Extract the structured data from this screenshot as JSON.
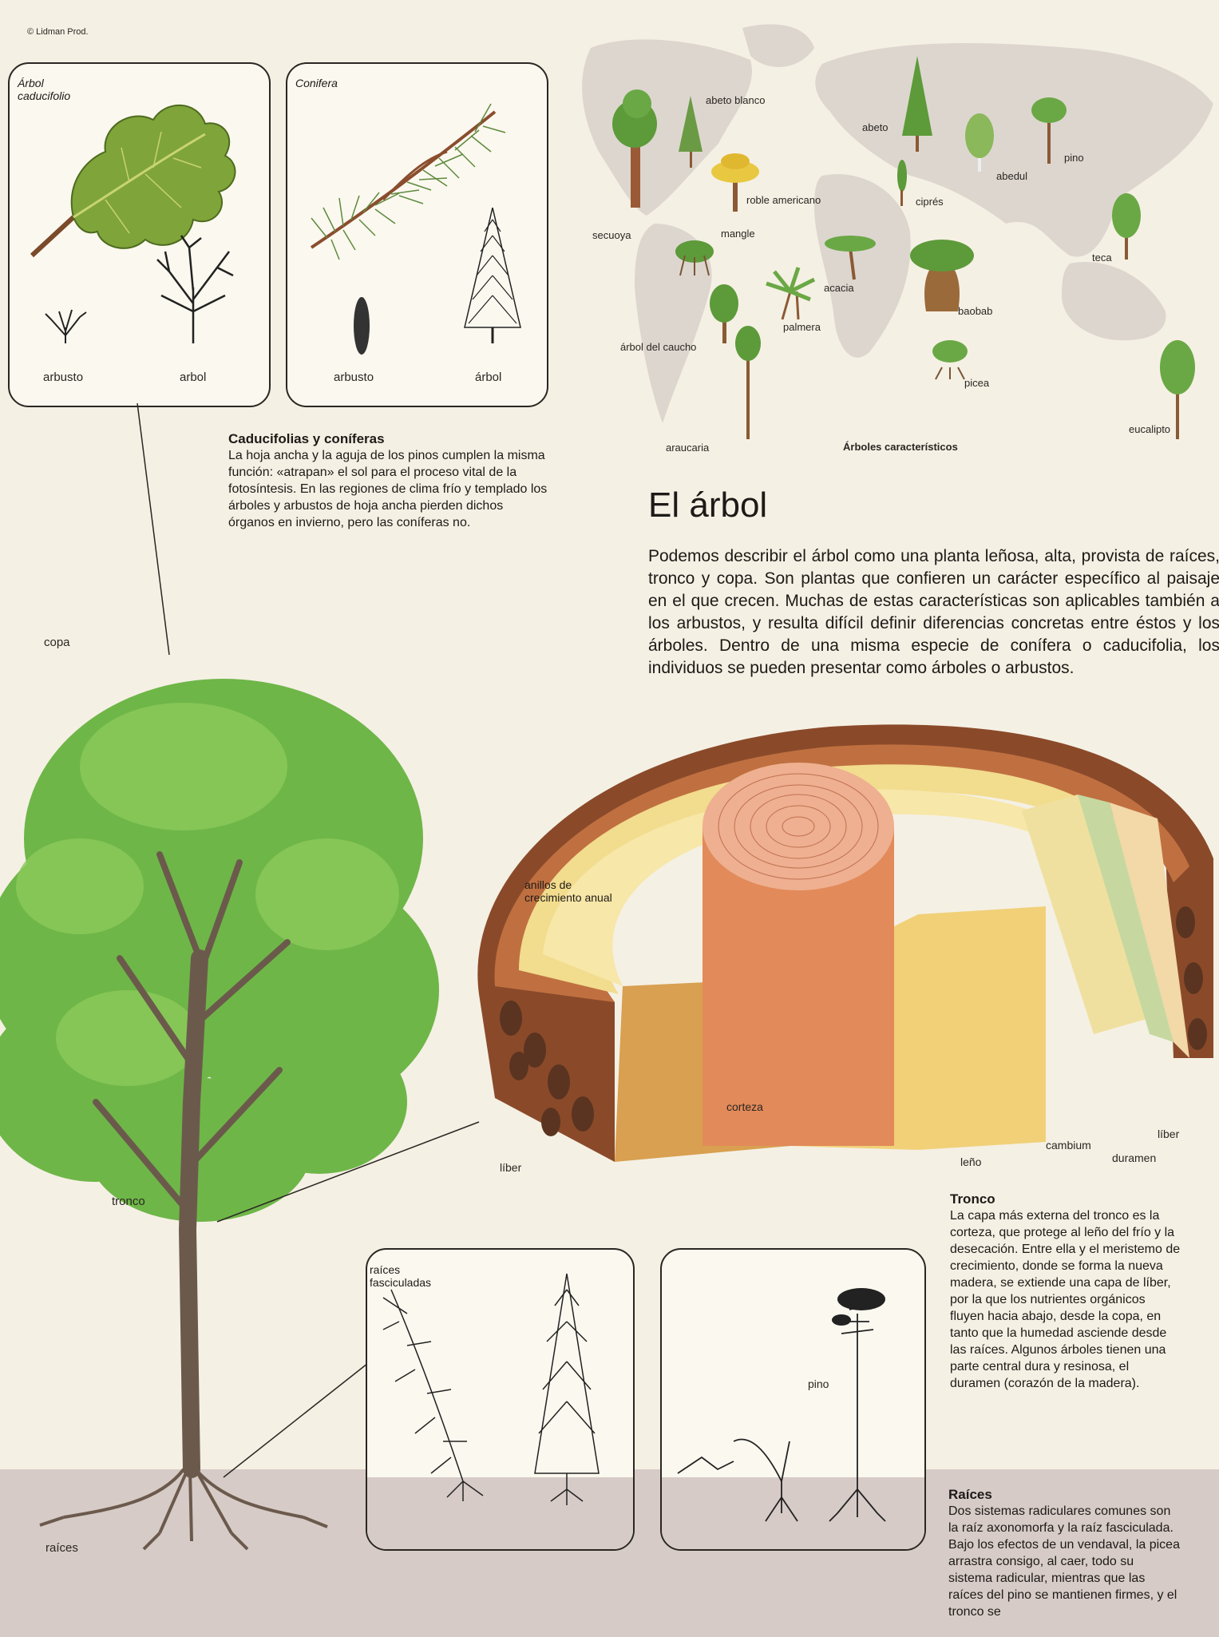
{
  "credit": "© Lidman Prod.",
  "panels": {
    "caducifolio": {
      "title": "Árbol caducifolio",
      "label_shrub": "arbusto",
      "label_tree": "arbol"
    },
    "conifera": {
      "title": "Conifera",
      "label_shrub": "arbusto",
      "label_tree": "árbol"
    }
  },
  "caducifolias": {
    "title": "Caducifolias y coníferas",
    "text": "La hoja ancha y la aguja de los pinos cumplen la misma función: «atrapan» el sol para el proceso vital de la fotosíntesis. En las regiones de clima frío y templado los árboles y arbustos de hoja ancha pierden dichos órganos en invierno, pero las coníferas no."
  },
  "map": {
    "caption": "Árboles característicos",
    "labels": {
      "abeto_blanco": "abeto blanco",
      "abeto": "abeto",
      "pino": "pino",
      "abedul": "abedul",
      "roble_americano": "roble americano",
      "cipres": "ciprés",
      "secuoya": "secuoya",
      "mangle": "mangle",
      "teca": "teca",
      "acacia": "acacia",
      "baobab": "baobab",
      "palmera": "palmera",
      "arbol_caucho": "árbol del caucho",
      "picea": "picea",
      "araucaria": "araucaria",
      "eucalipto": "eucalipto"
    }
  },
  "article": {
    "title": "El árbol",
    "intro": "Podemos describir el árbol como una planta leñosa, alta, provista de raíces, tronco y copa. Son plantas que confieren un carácter específico al paisaje en el que crecen. Muchas de estas características son aplicables también a los arbustos, y resulta difícil definir diferencias concretas entre éstos y los árboles. Dentro de una misma especie de conífera o caducifolia, los individuos se pueden presentar como árboles o arbustos."
  },
  "tree_labels": {
    "copa": "copa",
    "tronco": "tronco",
    "raices": "raíces"
  },
  "trunk_labels": {
    "anillos": "anillos de crecimiento anual",
    "corteza": "corteza",
    "liber_left": "líber",
    "liber_right": "líber",
    "cambium": "cambium",
    "leno": "leño",
    "duramen": "duramen"
  },
  "tronco_section": {
    "title": "Tronco",
    "text": "La capa más externa del tronco es la corteza, que protege al leño del frío y la desecación. Entre ella y el meristemo de crecimiento, donde se forma la nueva madera, se extiende una capa de líber, por la que los nutrientes orgánicos fluyen hacia abajo, desde la copa, en tanto que la humedad asciende desde las raíces. Algunos árboles tienen una parte central dura y resinosa, el duramen (corazón de la madera)."
  },
  "roots_panels": {
    "fasciculadas": "raíces fasciculadas",
    "pino": "pino"
  },
  "raices_section": {
    "title": "Raíces",
    "text": "Dos sistemas radiculares comunes son la raíz axonomorfa y la raíz fasciculada. Bajo los efectos de un vendaval, la picea arrastra consigo, al caer, todo su sistema radicular, mientras que las raíces del pino se mantienen firmes, y el tronco se"
  }
}
